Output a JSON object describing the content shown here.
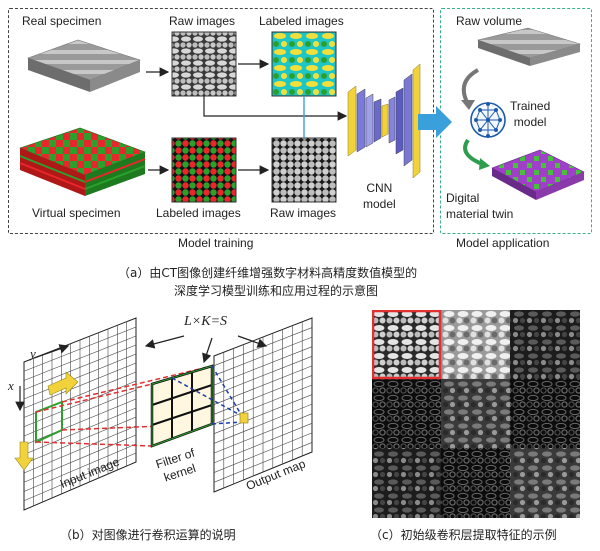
{
  "panel_a": {
    "training": {
      "real_specimen": "Real specimen",
      "raw_images_top": "Raw images",
      "labeled_images_top": "Labeled images",
      "virtual_specimen": "Virtual specimen",
      "labeled_images_bottom": "Labeled images",
      "raw_images_bottom": "Raw images",
      "cnn_model": "CNN\nmodel",
      "section_label": "Model training"
    },
    "application": {
      "raw_volume": "Raw volume",
      "trained_model": "Trained\nmodel",
      "digital_twin": "Digital\nmaterial twin",
      "section_label": "Model application"
    },
    "caption_line1": "（a）由CT图像创建纤维增强数字材料高精度数值模型的",
    "caption_line2": "深度学习模型训练和应用过程的示意图"
  },
  "panel_b": {
    "formula": "L×K=S",
    "axis_y": "y",
    "axis_x": "x",
    "input_image": "Input image",
    "filter": "Filter of\nkernel",
    "output_map": "Output map",
    "caption": "（b）对图像进行卷积运算的说明"
  },
  "panel_c": {
    "caption": "（c）初始级卷积层提取特征的示例"
  },
  "colors": {
    "training_border": "#444444",
    "application_border": "#38b08a",
    "label_green": "#2ca02c",
    "label_red": "#e8262b",
    "label_yellow": "#f2e03a",
    "label_cyan": "#1fc6c6",
    "arrow_blue": "#3aa0dc",
    "highlight_red": "#e03030"
  }
}
